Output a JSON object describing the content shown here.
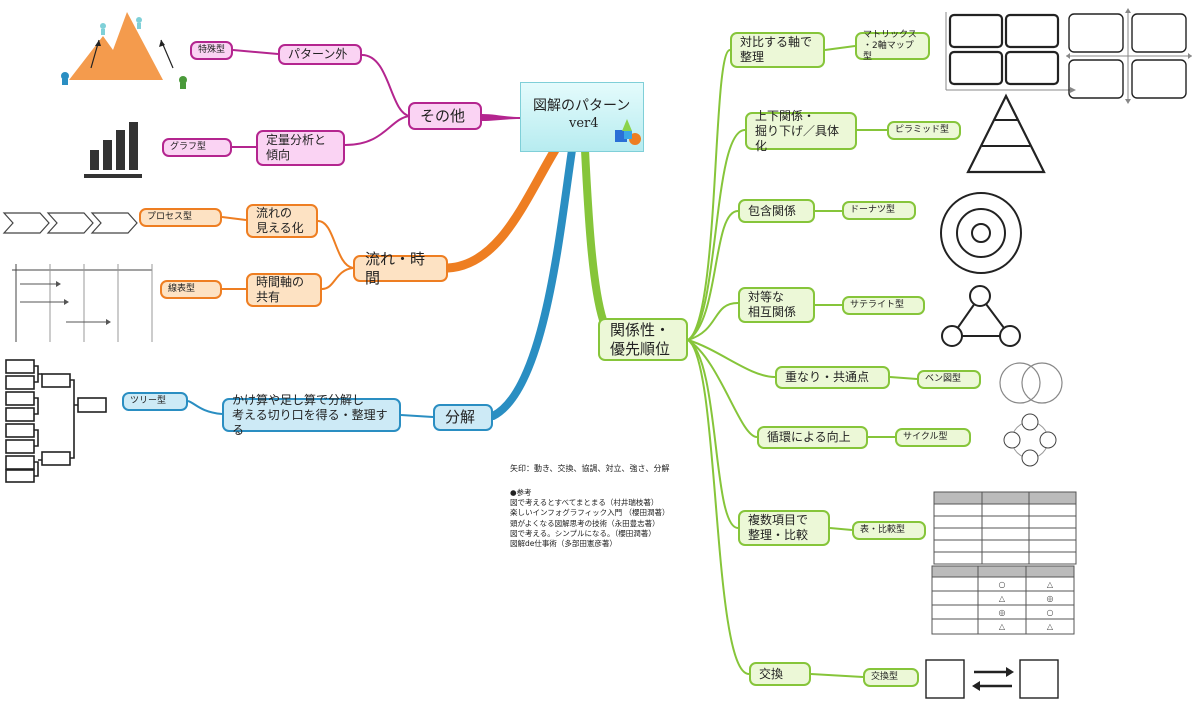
{
  "central": {
    "title": "図解のパターン",
    "version": "ver4"
  },
  "left": {
    "other": {
      "label": "その他",
      "subs": [
        {
          "label": "パターン外",
          "leaf": "特殊型"
        },
        {
          "label": "定量分析と\n傾向",
          "leaf": "グラフ型"
        }
      ]
    },
    "flow": {
      "label": "流れ・時間",
      "subs": [
        {
          "label": "流れの\n見える化",
          "leaf": "プロセス型"
        },
        {
          "label": "時間軸の\n共有",
          "leaf": "線表型"
        }
      ]
    },
    "decomp": {
      "label": "分解",
      "subs": [
        {
          "label": "かけ算や足し算で分解し\n考える切り口を得る・整理する",
          "leaf": "ツリー型"
        }
      ]
    }
  },
  "right": {
    "label": "関係性・\n優先順位",
    "subs": [
      {
        "label": "対比する軸で\n整理",
        "leaf": "マトリックス\n・2軸マップ型"
      },
      {
        "label": "上下関係・\n掘り下げ／具体化",
        "leaf": "ピラミッド型"
      },
      {
        "label": "包含関係",
        "leaf": "ドーナツ型"
      },
      {
        "label": "対等な\n相互関係",
        "leaf": "サテライト型"
      },
      {
        "label": "重なり・共通点",
        "leaf": "ベン図型"
      },
      {
        "label": "循環による向上",
        "leaf": "サイクル型"
      },
      {
        "label": "複数項目で\n整理・比較",
        "leaf": "表・比較型"
      },
      {
        "label": "交換",
        "leaf": "交換型"
      }
    ]
  },
  "arrow_note": "矢印：動き、交換、協調、対立、強さ、分解",
  "references": {
    "heading": "●参考",
    "items": [
      "図で考えるとすべてまとまる（村井瑞枝著）",
      "楽しいインフォグラフィック入門 （櫻田潤著）",
      "頭がよくなる図解思考の技術（永田豊志著）",
      "図で考える。シンプルになる。（櫻田潤著）",
      "図解de仕事術（多部田憲彦著）"
    ]
  },
  "table_symbols": [
    [
      "○",
      "△"
    ],
    [
      "△",
      "◎"
    ],
    [
      "◎",
      "○"
    ],
    [
      "△",
      "△"
    ]
  ],
  "colors": {
    "other": "#b4258f",
    "flow": "#ee7e22",
    "decomp": "#2a8ec2",
    "relation": "#86c53a"
  }
}
